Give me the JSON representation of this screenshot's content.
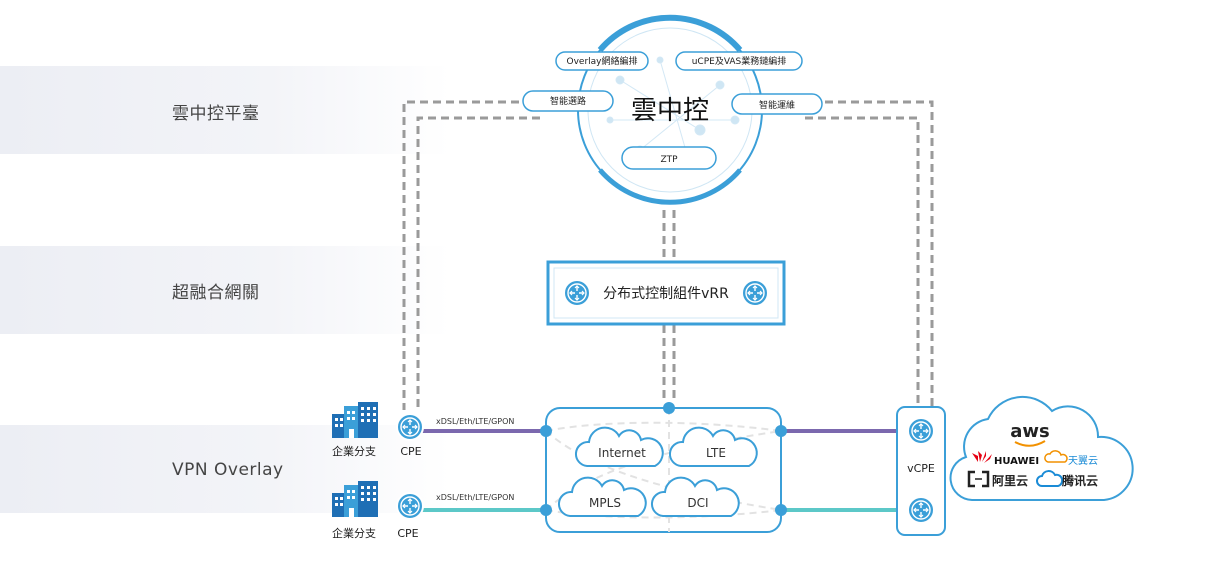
{
  "layers": [
    {
      "label": "雲中控平臺"
    },
    {
      "label": "超融合網關"
    },
    {
      "label": "VPN Overlay"
    }
  ],
  "cloud_control": {
    "title": "雲中控",
    "features": [
      "Overlay網絡編排",
      "uCPE及VAS業務鏈編排",
      "智能選路",
      "智能運維",
      "ZTP"
    ]
  },
  "vrr": {
    "label": "分布式控制組件vRR"
  },
  "branches": [
    {
      "site_label": "企業分支",
      "device_label": "CPE",
      "link_label": "xDSL/Eth/LTE/GPON"
    },
    {
      "site_label": "企業分支",
      "device_label": "CPE",
      "link_label": "xDSL/Eth/LTE/GPON"
    }
  ],
  "networks": [
    "Internet",
    "LTE",
    "MPLS",
    "DCI"
  ],
  "vcpe": {
    "label": "vCPE"
  },
  "cloud_providers": {
    "aws": "aws",
    "huawei": "HUAWEI",
    "tianyi": "天翼云",
    "aliyun": "阿里云",
    "tencent": "腾讯云"
  },
  "colors": {
    "accent": "#3b9fd8",
    "dashed": "#9a9a9a",
    "purple_link": "#7b68ae",
    "teal_link": "#5cc8c8",
    "layer_bg": "#eef0f5",
    "huawei_red": "#e60012",
    "aws_orange": "#f29100",
    "tencent_blue": "#1a8bd6"
  }
}
